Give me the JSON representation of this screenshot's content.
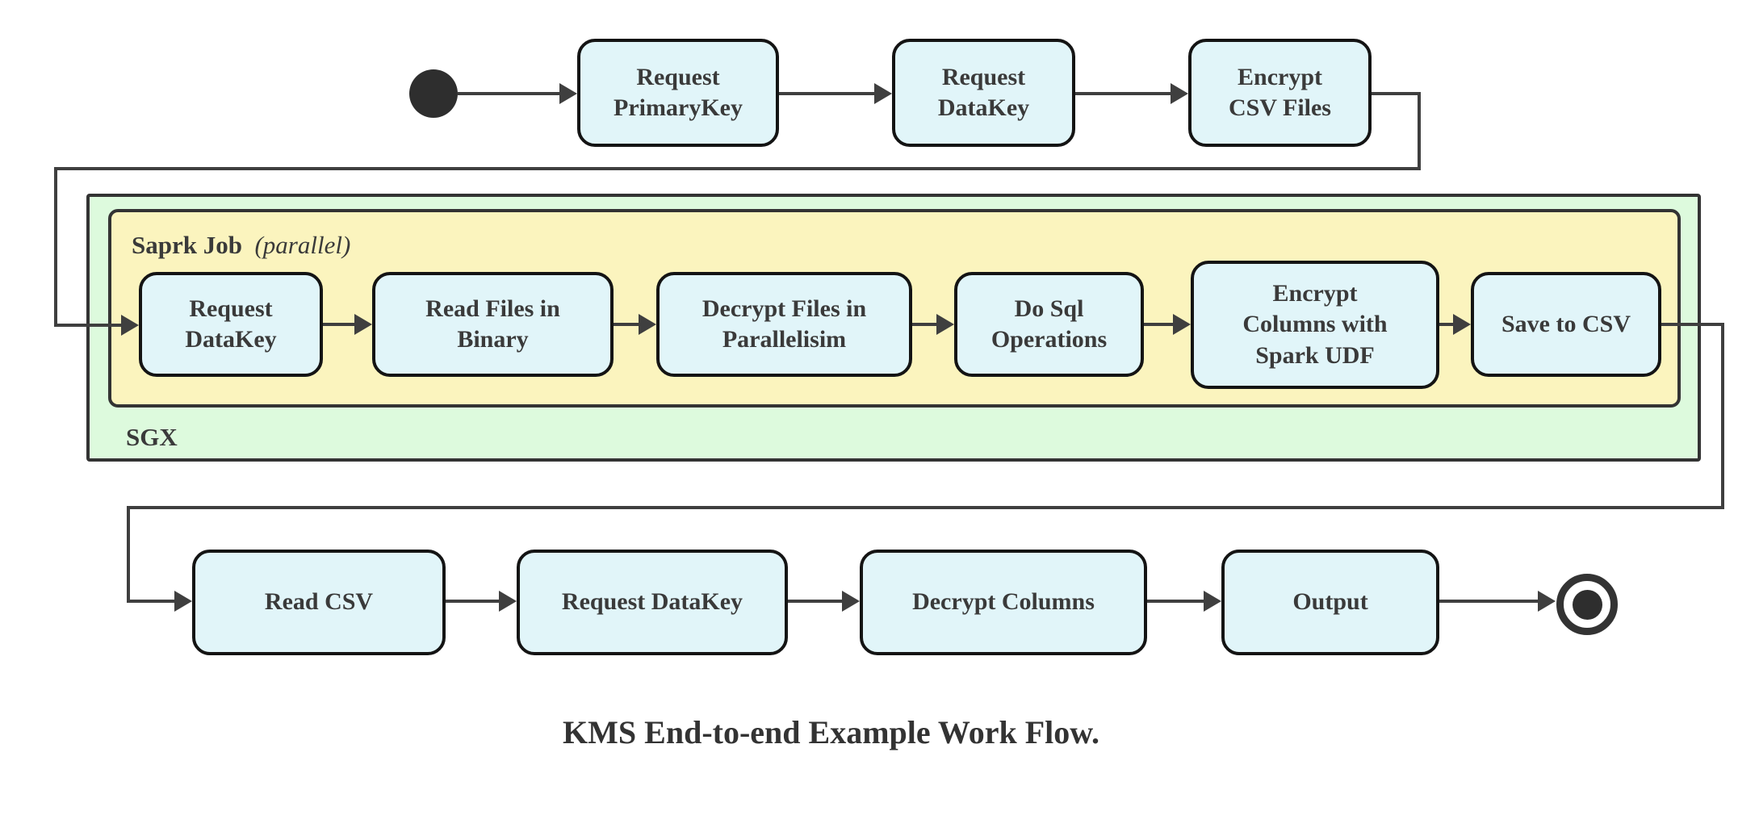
{
  "diagram": {
    "caption": "KMS End-to-end Example Work Flow.",
    "colors": {
      "node_fill": "#E1F5F9",
      "node_border": "#141414",
      "spark_container_fill": "#FBF4BE",
      "sgx_container_fill": "#DDFADD",
      "connector": "#3F3F3F",
      "text": "#3A3A3A"
    },
    "top_row": [
      "Request\nPrimaryKey",
      "Request\nDataKey",
      "Encrypt\nCSV Files"
    ],
    "containers": {
      "sgx_label": "SGX",
      "spark_label": "Saprk Job",
      "spark_note": "(parallel)"
    },
    "spark_row": [
      "Request\nDataKey",
      "Read Files in\nBinary",
      "Decrypt Files in\nParallelisim",
      "Do Sql\nOperations",
      "Encrypt\nColumns with\nSpark UDF",
      "Save to CSV"
    ],
    "bottom_row": [
      "Read CSV",
      "Request DataKey",
      "Decrypt Columns",
      "Output"
    ]
  }
}
